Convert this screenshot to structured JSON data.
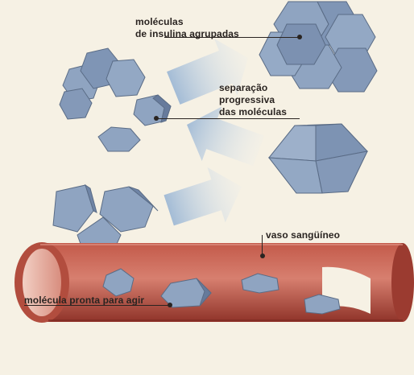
{
  "labels": {
    "grouped_line1": "moléculas",
    "grouped_line2": "de insulina agrupadas",
    "separation_line1": "separação",
    "separation_line2": "progressiva",
    "separation_line3": "das moléculas",
    "vessel": "vaso sangüíneo",
    "ready": "molécula pronta para agir"
  },
  "colors": {
    "background": "#f6f1e4",
    "molecule_fill": "#8ea3c0",
    "molecule_dark": "#66799a",
    "molecule_stroke": "#566883",
    "arrow": "#b8cde2",
    "vessel_outer": "#b34a3c",
    "vessel_inner": "#c96a5b",
    "vessel_lumen": "#e9bcae",
    "text": "#2a2421"
  },
  "icons": [
    "hexagon-molecule",
    "wide-arrow",
    "blood-vessel-tube"
  ]
}
